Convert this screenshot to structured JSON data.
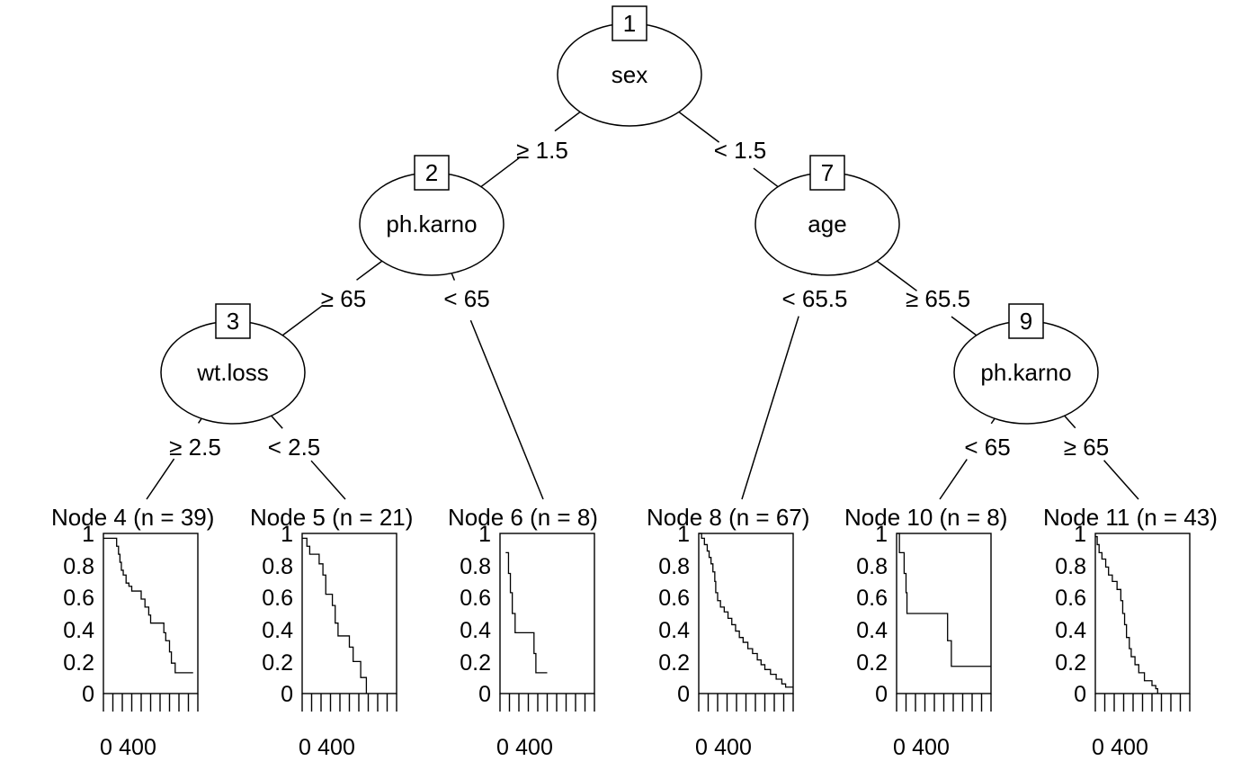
{
  "inner_nodes": [
    {
      "id": "1",
      "label": "sex"
    },
    {
      "id": "2",
      "label": "ph.karno"
    },
    {
      "id": "3",
      "label": "wt.loss"
    },
    {
      "id": "7",
      "label": "age"
    },
    {
      "id": "9",
      "label": "ph.karno"
    }
  ],
  "edges": [
    {
      "from": "1",
      "to": "2",
      "label": "≥ 1.5"
    },
    {
      "from": "1",
      "to": "7",
      "label": "< 1.5"
    },
    {
      "from": "2",
      "to": "3",
      "label": "≥ 65"
    },
    {
      "from": "2",
      "to": "6",
      "label": "< 65"
    },
    {
      "from": "3",
      "to": "4",
      "label": "≥ 2.5"
    },
    {
      "from": "3",
      "to": "5",
      "label": "< 2.5"
    },
    {
      "from": "7",
      "to": "8",
      "label": "< 65.5"
    },
    {
      "from": "7",
      "to": "9",
      "label": "≥ 65.5"
    },
    {
      "from": "9",
      "to": "10",
      "label": "< 65"
    },
    {
      "from": "9",
      "to": "11",
      "label": "≥ 65"
    }
  ],
  "chart_data": [
    {
      "type": "line",
      "title": "Node 4 (n = 39)",
      "xtick_labels": [
        "0",
        "400"
      ],
      "xlim": [
        0,
        1000
      ],
      "ylim": [
        0,
        1
      ],
      "y_ticks": [
        "1",
        "0.8",
        "0.6",
        "0.4",
        "0.2",
        "0"
      ],
      "steps": [
        [
          0,
          0.97
        ],
        [
          140,
          0.92
        ],
        [
          160,
          0.87
        ],
        [
          175,
          0.82
        ],
        [
          190,
          0.77
        ],
        [
          210,
          0.74
        ],
        [
          240,
          0.69
        ],
        [
          270,
          0.67
        ],
        [
          300,
          0.64
        ],
        [
          400,
          0.59
        ],
        [
          440,
          0.54
        ],
        [
          480,
          0.49
        ],
        [
          500,
          0.44
        ],
        [
          640,
          0.38
        ],
        [
          660,
          0.33
        ],
        [
          700,
          0.26
        ],
        [
          720,
          0.19
        ],
        [
          760,
          0.13
        ],
        [
          950,
          0.13
        ]
      ]
    },
    {
      "type": "line",
      "title": "Node 5 (n = 21)",
      "xtick_labels": [
        "0",
        "400"
      ],
      "xlim": [
        0,
        1000
      ],
      "ylim": [
        0,
        1
      ],
      "y_ticks": [
        "1",
        "0.8",
        "0.6",
        "0.4",
        "0.2",
        "0"
      ],
      "steps": [
        [
          0,
          0.97
        ],
        [
          50,
          0.92
        ],
        [
          80,
          0.87
        ],
        [
          180,
          0.81
        ],
        [
          220,
          0.74
        ],
        [
          250,
          0.62
        ],
        [
          320,
          0.55
        ],
        [
          350,
          0.44
        ],
        [
          380,
          0.36
        ],
        [
          500,
          0.29
        ],
        [
          540,
          0.2
        ],
        [
          620,
          0.1
        ],
        [
          680,
          0
        ],
        [
          680,
          0
        ]
      ]
    },
    {
      "type": "line",
      "title": "Node 6 (n = 8)",
      "xtick_labels": [
        "0",
        "400"
      ],
      "xlim": [
        0,
        1000
      ],
      "ylim": [
        0,
        1
      ],
      "y_ticks": [
        "1",
        "0.8",
        "0.6",
        "0.4",
        "0.2",
        "0"
      ],
      "steps": [
        [
          60,
          0.88
        ],
        [
          90,
          0.75
        ],
        [
          110,
          0.63
        ],
        [
          130,
          0.5
        ],
        [
          160,
          0.38
        ],
        [
          360,
          0.25
        ],
        [
          380,
          0.13
        ],
        [
          500,
          0.13
        ]
      ]
    },
    {
      "type": "line",
      "title": "Node 8 (n = 67)",
      "xtick_labels": [
        "0",
        "400"
      ],
      "xlim": [
        0,
        1000
      ],
      "ylim": [
        0,
        1
      ],
      "y_ticks": [
        "1",
        "0.8",
        "0.6",
        "0.4",
        "0.2",
        "0"
      ],
      "steps": [
        [
          0,
          1
        ],
        [
          30,
          0.97
        ],
        [
          60,
          0.93
        ],
        [
          90,
          0.89
        ],
        [
          110,
          0.85
        ],
        [
          130,
          0.81
        ],
        [
          150,
          0.76
        ],
        [
          170,
          0.7
        ],
        [
          180,
          0.63
        ],
        [
          200,
          0.58
        ],
        [
          230,
          0.54
        ],
        [
          270,
          0.51
        ],
        [
          310,
          0.47
        ],
        [
          350,
          0.43
        ],
        [
          390,
          0.39
        ],
        [
          430,
          0.35
        ],
        [
          470,
          0.32
        ],
        [
          520,
          0.28
        ],
        [
          570,
          0.25
        ],
        [
          620,
          0.21
        ],
        [
          660,
          0.18
        ],
        [
          700,
          0.15
        ],
        [
          760,
          0.12
        ],
        [
          820,
          0.09
        ],
        [
          880,
          0.06
        ],
        [
          920,
          0.04
        ],
        [
          1000,
          0.04
        ]
      ]
    },
    {
      "type": "line",
      "title": "Node 10 (n = 8)",
      "xtick_labels": [
        "0",
        "400"
      ],
      "xlim": [
        0,
        1000
      ],
      "ylim": [
        0,
        1
      ],
      "y_ticks": [
        "1",
        "0.8",
        "0.6",
        "0.4",
        "0.2",
        "0"
      ],
      "steps": [
        [
          0,
          1
        ],
        [
          30,
          0.88
        ],
        [
          80,
          0.75
        ],
        [
          100,
          0.63
        ],
        [
          110,
          0.5
        ],
        [
          500,
          0.5
        ],
        [
          540,
          0.33
        ],
        [
          580,
          0.17
        ],
        [
          1000,
          0.17
        ]
      ]
    },
    {
      "type": "line",
      "title": "Node 11 (n = 43)",
      "xtick_labels": [
        "0",
        "400"
      ],
      "xlim": [
        0,
        1000
      ],
      "ylim": [
        0,
        1
      ],
      "y_ticks": [
        "1",
        "0.8",
        "0.6",
        "0.4",
        "0.2",
        "0"
      ],
      "steps": [
        [
          0,
          0.98
        ],
        [
          20,
          0.93
        ],
        [
          40,
          0.88
        ],
        [
          70,
          0.84
        ],
        [
          110,
          0.79
        ],
        [
          140,
          0.74
        ],
        [
          180,
          0.7
        ],
        [
          230,
          0.65
        ],
        [
          270,
          0.58
        ],
        [
          290,
          0.5
        ],
        [
          310,
          0.43
        ],
        [
          330,
          0.35
        ],
        [
          360,
          0.28
        ],
        [
          380,
          0.23
        ],
        [
          420,
          0.18
        ],
        [
          460,
          0.13
        ],
        [
          520,
          0.08
        ],
        [
          600,
          0.05
        ],
        [
          640,
          0.03
        ],
        [
          660,
          0
        ],
        [
          660,
          0
        ]
      ]
    }
  ]
}
